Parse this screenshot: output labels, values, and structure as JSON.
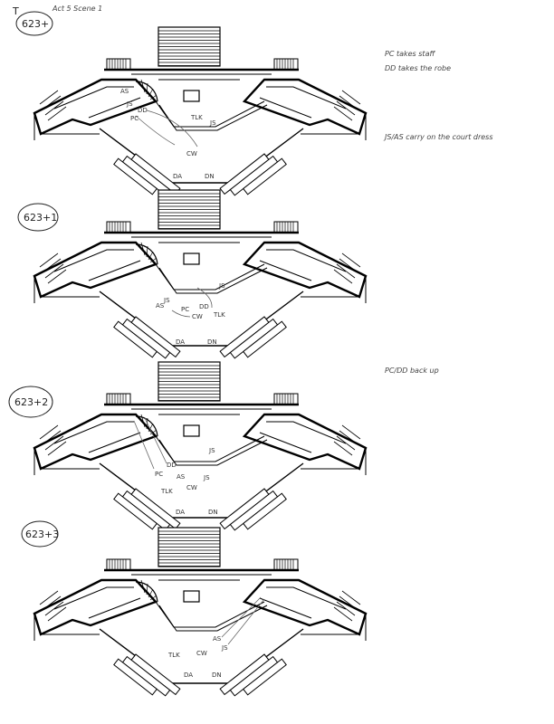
{
  "header": {
    "letter": "T",
    "title": "Act 5 Scene 1"
  },
  "panels": [
    {
      "cue": "623+",
      "actors": [
        "AS",
        "JS",
        "DD",
        "PC",
        "TLK",
        "JS",
        "CW",
        "DA",
        "DN"
      ],
      "notes": [
        "PC takes staff",
        "DD takes the robe",
        "JS/AS carry on the court dress"
      ]
    },
    {
      "cue": "623+1",
      "actors": [
        "JS",
        "AS",
        "PC",
        "DD",
        "TLK",
        "CW",
        "JS",
        "DA",
        "DN"
      ],
      "notes": []
    },
    {
      "cue": "623+2",
      "actors": [
        "DD",
        "PC",
        "AS",
        "JS",
        "CW",
        "TLK",
        "JS",
        "DA",
        "DN"
      ],
      "notes": [
        "PC/DD back up"
      ]
    },
    {
      "cue": "623+3",
      "actors": [
        "AS",
        "JS",
        "TLK",
        "CW",
        "DA",
        "DN"
      ],
      "notes": []
    }
  ],
  "colors": {
    "ink": "#000000",
    "pencil": "#555555"
  }
}
